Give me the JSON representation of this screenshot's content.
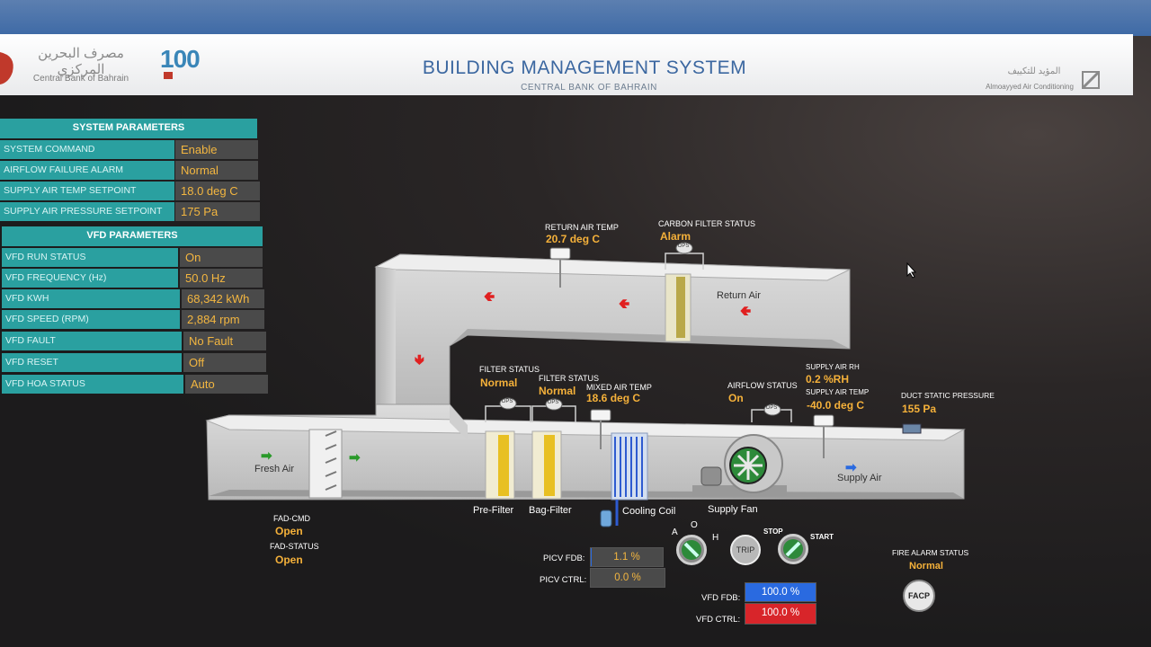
{
  "header": {
    "title": "BUILDING MANAGEMENT SYSTEM",
    "subtitle": "CENTRAL BANK OF BAHRAIN",
    "left_logo_arabic": "مصرف البحرين المركزي",
    "left_logo_english": "Central Bank of Bahrain",
    "anniversary_logo": "100",
    "right_logo_arabic": "المؤيد للتكييف",
    "right_logo_english": "Almoayyed Air Conditioning"
  },
  "system_parameters": {
    "heading": "SYSTEM PARAMETERS",
    "rows": [
      {
        "label": "SYSTEM COMMAND",
        "value": "Enable"
      },
      {
        "label": "AIRFLOW FAILURE ALARM",
        "value": "Normal"
      },
      {
        "label": "SUPPLY AIR TEMP SETPOINT",
        "value": "18.0 deg C"
      },
      {
        "label": "SUPPLY AIR PRESSURE SETPOINT",
        "value": "175 Pa"
      }
    ]
  },
  "vfd_parameters": {
    "heading": "VFD PARAMETERS",
    "rows": [
      {
        "label": "VFD RUN STATUS",
        "value": "On"
      },
      {
        "label": "VFD FREQUENCY (Hz)",
        "value": "50.0 Hz"
      },
      {
        "label": "VFD KWH",
        "value": "68,342 kWh"
      },
      {
        "label": "VFD SPEED (RPM)",
        "value": "2,884 rpm"
      },
      {
        "label": "VFD FAULT",
        "value": "No Fault"
      },
      {
        "label": "VFD RESET",
        "value": "Off"
      },
      {
        "label": "VFD HOA STATUS",
        "value": "Auto"
      }
    ]
  },
  "sensors": {
    "return_air_temp": {
      "label": "RETURN AIR TEMP",
      "value": "20.7 deg C"
    },
    "carbon_filter": {
      "label": "CARBON FILTER STATUS",
      "value": "Alarm"
    },
    "filter_status_1": {
      "label": "FILTER STATUS",
      "value": "Normal"
    },
    "filter_status_2": {
      "label": "FILTER STATUS",
      "value": "Normal"
    },
    "mixed_air_temp": {
      "label": "MIXED AIR TEMP",
      "value": "18.6 deg C"
    },
    "airflow_status": {
      "label": "AIRFLOW STATUS",
      "value": "On"
    },
    "supply_air_rh": {
      "label": "SUPPLY AIR RH",
      "value": "0.2 %RH"
    },
    "supply_air_temp": {
      "label": "SUPPLY AIR TEMP",
      "value": "-40.0 deg C"
    },
    "duct_static_pressure": {
      "label": "DUCT STATIC PRESSURE",
      "value": "155 Pa"
    },
    "dps_tag": "DPS"
  },
  "duct_labels": {
    "return_air": "Return Air",
    "fresh_air": "Fresh Air",
    "supply_air": "Supply Air"
  },
  "equipment": {
    "pre_filter": "Pre-Filter",
    "bag_filter": "Bag-Filter",
    "cooling_coil": "Cooling Coil",
    "supply_fan": "Supply Fan"
  },
  "fad": {
    "cmd_label": "FAD-CMD",
    "cmd_value": "Open",
    "status_label": "FAD-STATUS",
    "status_value": "Open"
  },
  "picv": {
    "fdb_label": "PICV FDB:",
    "fdb_value": "1.1 %",
    "fdb_fraction": 0.011,
    "ctrl_label": "PICV CTRL:",
    "ctrl_value": "0.0 %",
    "ctrl_fraction": 0.0
  },
  "vfd_feedback": {
    "fdb_label": "VFD FDB:",
    "fdb_value": "100.0 %",
    "fdb_fraction": 1.0,
    "ctrl_label": "VFD CTRL:",
    "ctrl_value": "100.0 %",
    "ctrl_fraction": 1.0
  },
  "hoa_switch": {
    "a": "A",
    "o": "O",
    "h": "H"
  },
  "controls": {
    "trip": "TRIP",
    "stop": "STOP",
    "start": "START"
  },
  "fire_alarm": {
    "label": "FIRE ALARM STATUS",
    "value": "Normal",
    "button": "FACP"
  },
  "colors": {
    "teal": "#2aa0a0",
    "value_orange": "#f5b13a",
    "arrow_red": "#e02020",
    "arrow_green": "#2a9a2a",
    "arrow_blue": "#2a6ae0",
    "vfd_fdb_blue": "#2a6ae0",
    "vfd_ctrl_red": "#d8252a"
  }
}
